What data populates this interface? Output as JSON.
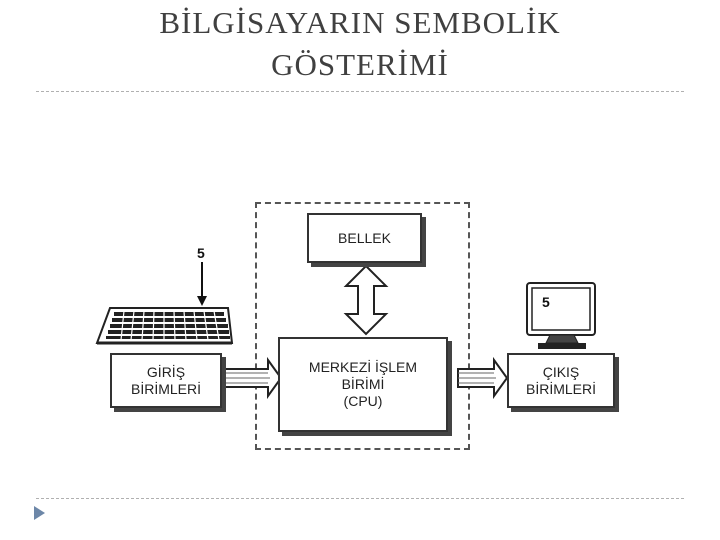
{
  "slide": {
    "title_line1": "BİLGİSAYARIN SEMBOLİK",
    "title_line2": "GÖSTERİMİ"
  },
  "diagram": {
    "memory_label": "BELLEK",
    "cpu_label": "MERKEZİ İŞLEM\nBİRİMİ\n(CPU)",
    "input_label": "GİRİŞ\nBİRİMLERİ",
    "output_label": "ÇIKIŞ\nBİRİMLERİ",
    "keyboard_number": "5",
    "monitor_number": "5"
  }
}
